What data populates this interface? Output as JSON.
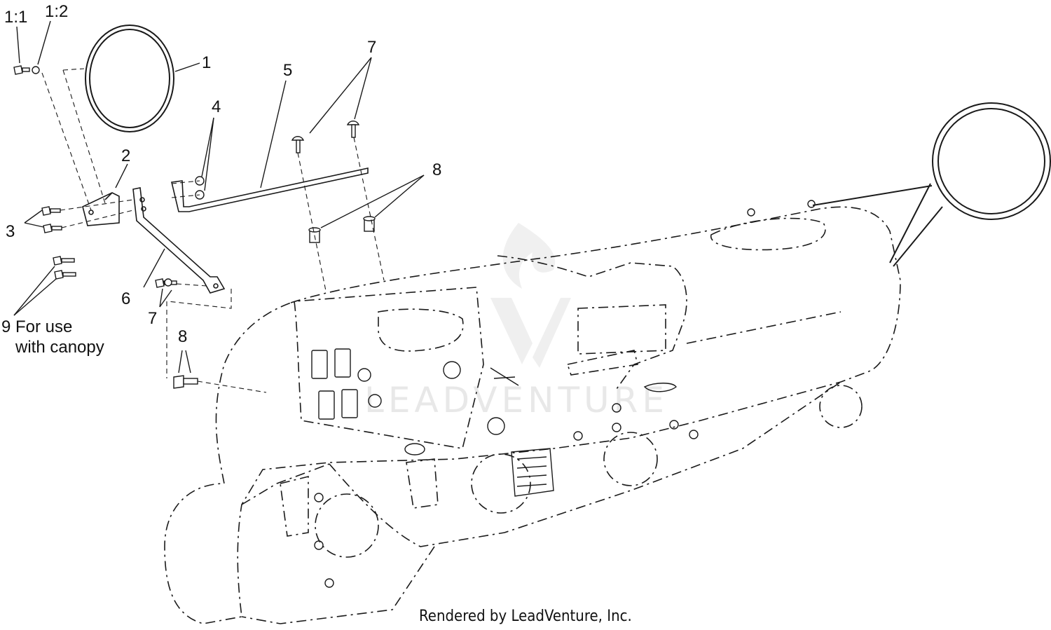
{
  "callouts": {
    "c1_1": "1:1",
    "c1_2": "1:2",
    "c1": "1",
    "c2": "2",
    "c3": "3",
    "c4": "4",
    "c5": "5",
    "c6": "6",
    "c7a": "7",
    "c7b": "7",
    "c8a": "8",
    "c8b": "8",
    "c9_line1": "9 For use",
    "c9_line2": "with canopy"
  },
  "watermark": {
    "text": "LEADVENTURE"
  },
  "footer": {
    "rendered_by": "Rendered by LeadVenture, Inc."
  },
  "colors": {
    "line": "#1a1a1a",
    "watermark": "#d9d9d9",
    "background": "#ffffff"
  }
}
